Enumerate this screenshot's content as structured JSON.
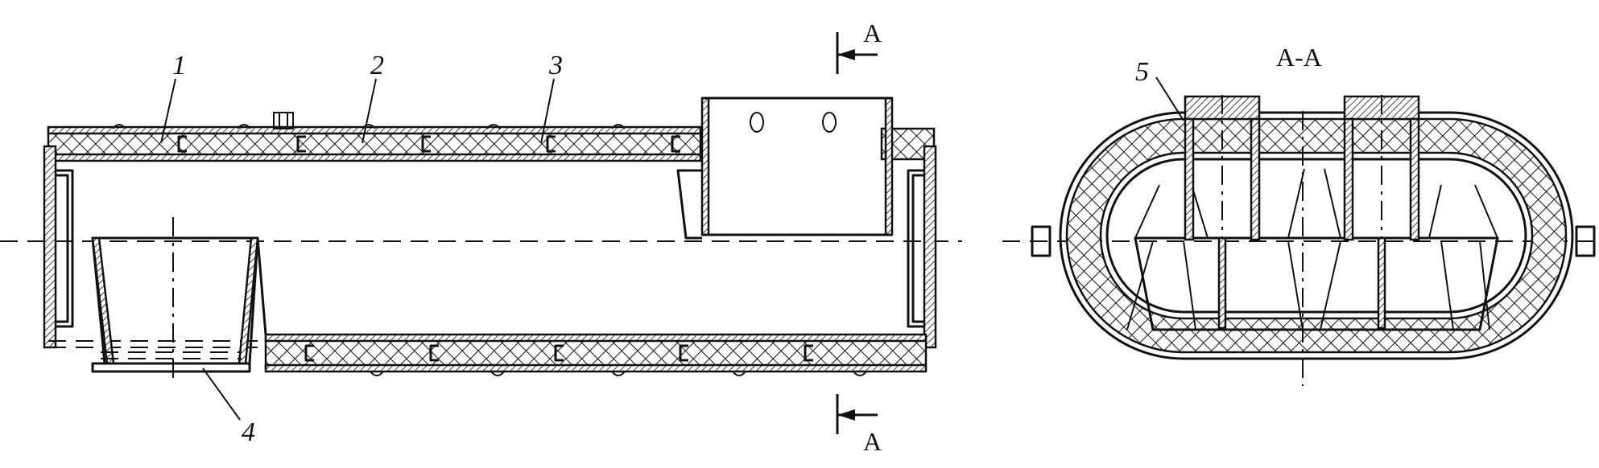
{
  "labels": {
    "part1": "1",
    "part2": "2",
    "part3": "3",
    "part4": "4",
    "part5": "5"
  },
  "section": {
    "marker_top": "A",
    "marker_bottom": "A",
    "title": "A-A"
  },
  "colors": {
    "ink": "#111111",
    "paper": "#ffffff"
  }
}
